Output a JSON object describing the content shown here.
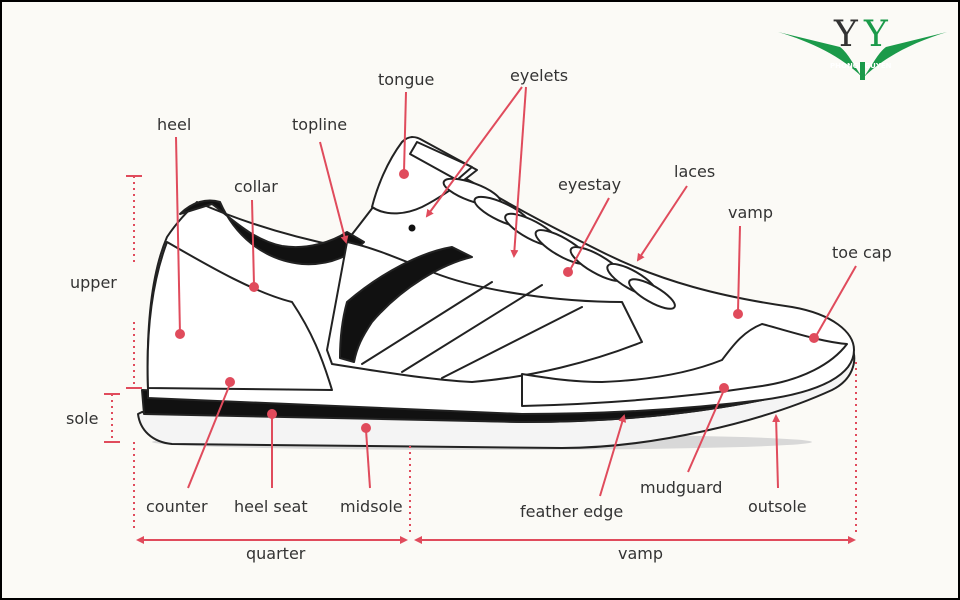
{
  "brand": {
    "logo_text_1": "Y",
    "logo_text_2": "Y",
    "logo_subtext": "PHONGNGUYEN",
    "logo_dark": "#333333",
    "logo_green": "#1b9a4a"
  },
  "colors": {
    "accent": "#e04b5c",
    "outline": "#222222",
    "background": "#fbfaf6"
  },
  "labels": {
    "heel": "heel",
    "topline": "topline",
    "tongue": "tongue",
    "eyelets": "eyelets",
    "collar": "collar",
    "eyestay": "eyestay",
    "laces": "laces",
    "vamp_top": "vamp",
    "toe_cap": "toe cap",
    "upper": "upper",
    "sole": "sole",
    "counter": "counter",
    "heel_seat": "heel seat",
    "midsole": "midsole",
    "feather_edge": "feather edge",
    "mudguard": "mudguard",
    "outsole": "outsole",
    "quarter": "quarter",
    "vamp_bottom": "vamp"
  }
}
